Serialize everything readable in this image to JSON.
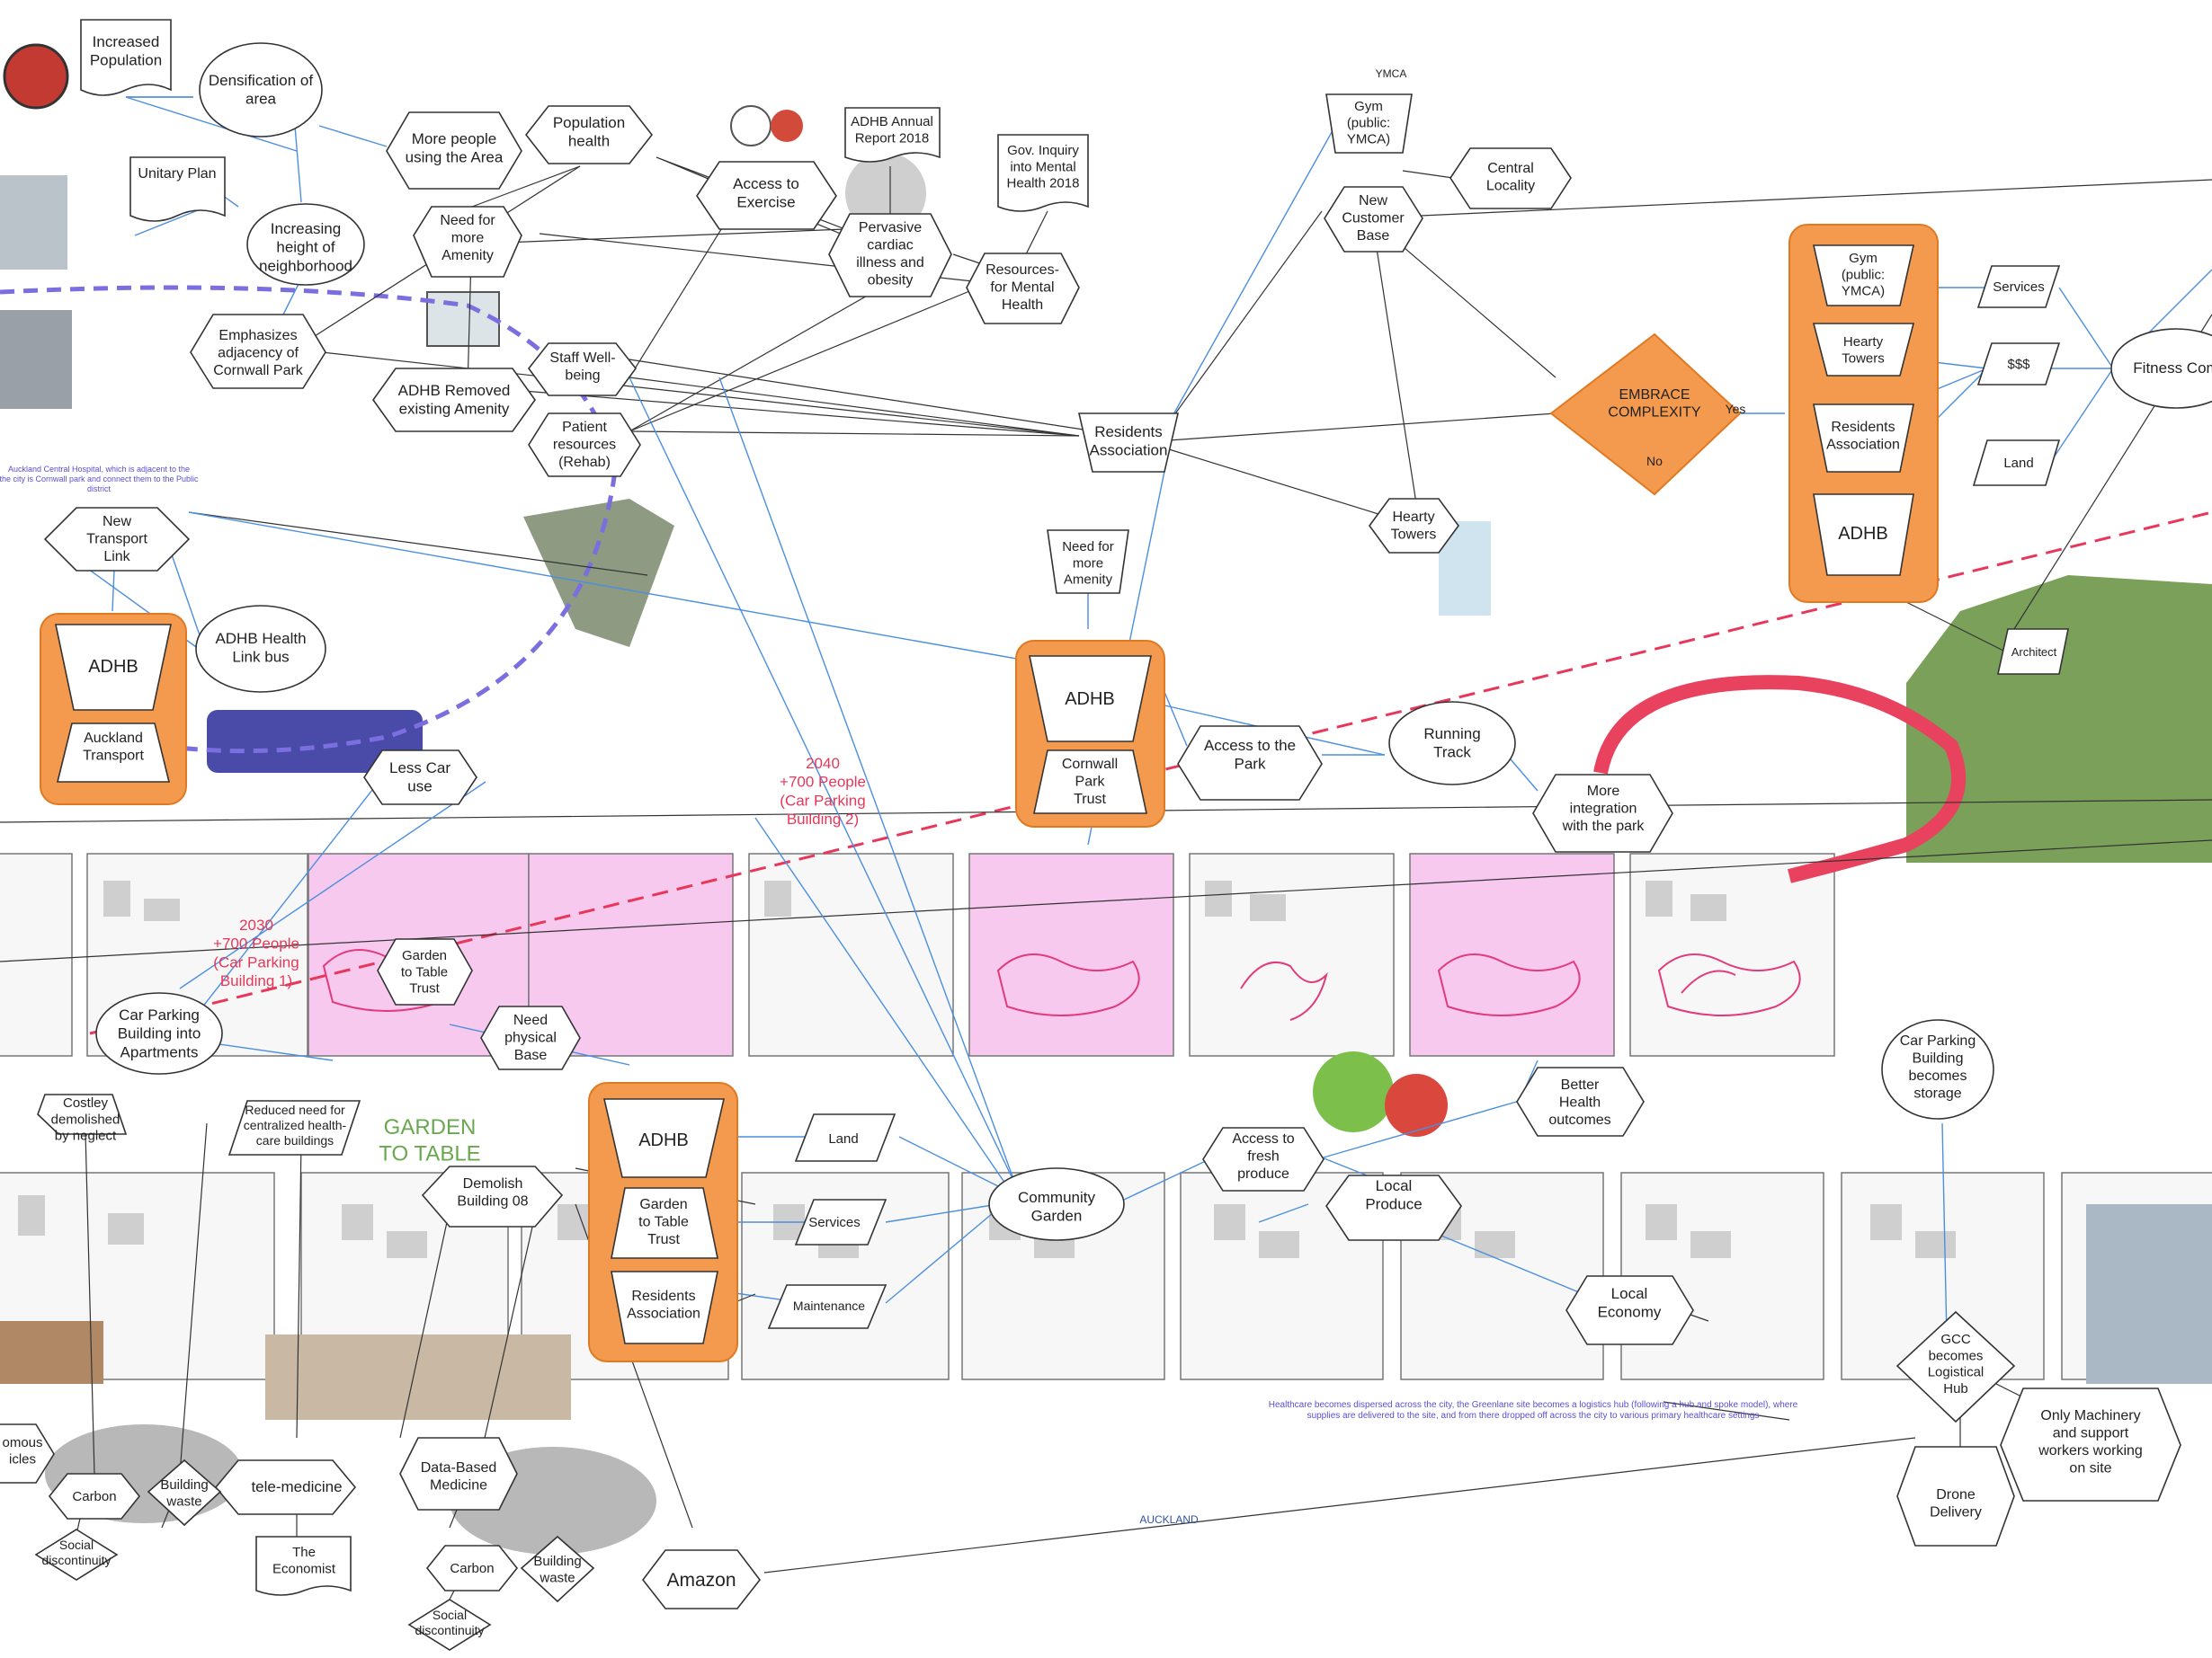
{
  "labels": {
    "increased_population": [
      "Increased",
      "Population"
    ],
    "densification": [
      "Densification of",
      "area"
    ],
    "more_people": [
      "More people",
      "using the Area"
    ],
    "population_health": [
      "Population",
      "health"
    ],
    "access_exercise": [
      "Access to",
      "Exercise"
    ],
    "adhb_report": [
      "ADHB Annual",
      "Report 2018"
    ],
    "gov_inquiry": [
      "Gov. Inquiry",
      "into Mental",
      "Health 2018"
    ],
    "unitary_plan": [
      "Unitary Plan"
    ],
    "increasing_height": [
      "Increasing",
      "height of",
      "neighborhood"
    ],
    "need_amenity_1": [
      "Need for",
      "more",
      "Amenity"
    ],
    "pervasive": [
      "Pervasive",
      "cardiac",
      "illness and",
      "obesity"
    ],
    "resources_mh": [
      "Resources-",
      "for Mental",
      "Health"
    ],
    "emphasizes": [
      "Emphasizes",
      "adjacency of",
      "Cornwall Park"
    ],
    "adhb_removed": [
      "ADHB Removed",
      "existing Amenity"
    ],
    "staff_wellbeing": [
      "Staff Well-",
      "being"
    ],
    "patient_resources": [
      "Patient",
      "resources",
      "(Rehab)"
    ],
    "new_transport": [
      "New",
      "Transport",
      "Link"
    ],
    "adhb_health_link": [
      "ADHB Health",
      "Link bus"
    ],
    "less_car": [
      "Less Car",
      "use"
    ],
    "ymca_logo": [
      "YMCA"
    ],
    "gym_ymca": [
      "Gym",
      "(public:",
      "YMCA)"
    ],
    "central_locality": [
      "Central",
      "Locality"
    ],
    "new_customer": [
      "New",
      "Customer",
      "Base"
    ],
    "residents_assoc_main": [
      "Residents",
      "Association"
    ],
    "embrace": [
      "EMBRACE",
      "COMPLEXITY"
    ],
    "yes": [
      "Yes"
    ],
    "no": [
      "No"
    ],
    "hearty_towers": [
      "Hearty",
      "Towers"
    ],
    "need_amenity_2": [
      "Need for",
      "more",
      "Amenity"
    ],
    "access_park": [
      "Access to the",
      "Park"
    ],
    "running_track": [
      "Running",
      "Track"
    ],
    "more_integration": [
      "More",
      "integration",
      "with the park"
    ],
    "gym2": [
      "Gym",
      "(public:",
      "YMCA)"
    ],
    "hearty2": [
      "Hearty",
      "Towers"
    ],
    "residents2": [
      "Residents",
      "Association"
    ],
    "adhb_r": [
      "ADHB"
    ],
    "services_r": [
      "Services"
    ],
    "money_r": [
      "$$$"
    ],
    "land_r": [
      "Land"
    ],
    "fitness": [
      "Fitness Com"
    ],
    "architect": [
      "Architect"
    ],
    "adhb_left": [
      "ADHB"
    ],
    "auckland_transport": [
      "Auckland",
      "Transport"
    ],
    "adhb_mid": [
      "ADHB"
    ],
    "cornwall_trust": [
      "Cornwall",
      "Park",
      "Trust"
    ],
    "label_2040": [
      "2040",
      "+700 People",
      "(Car Parking",
      "Building 2)"
    ],
    "label_2030": [
      "2030",
      "+700 People",
      "(Car Parking",
      "Building 1)"
    ],
    "car_parking_apts": [
      "Car Parking",
      "Building into",
      "Apartments"
    ],
    "garden_trust_top": [
      "Garden",
      "to Table",
      "Trust"
    ],
    "need_physical": [
      "Need",
      "physical",
      "Base"
    ],
    "costley": [
      "Costley",
      "demolished",
      "by neglect"
    ],
    "reduced_need": [
      "Reduced need for",
      "centralized health-",
      "care buildings"
    ],
    "garden_logo": [
      "GARDEN",
      "TO TABLE"
    ],
    "demolish": [
      "Demolish",
      "Building 08"
    ],
    "adhb_bottom": [
      "ADHB"
    ],
    "garden_trust_bottom": [
      "Garden",
      "to Table",
      "Trust"
    ],
    "residents_bottom": [
      "Residents",
      "Association"
    ],
    "land_b": [
      "Land"
    ],
    "services_b": [
      "Services"
    ],
    "maintenance": [
      "Maintenance"
    ],
    "community_garden": [
      "Community",
      "Garden"
    ],
    "access_fresh": [
      "Access to",
      "fresh",
      "produce"
    ],
    "local_produce": [
      "Local",
      "Produce"
    ],
    "better_health": [
      "Better",
      "Health",
      "outcomes"
    ],
    "local_economy": [
      "Local",
      "Economy"
    ],
    "car_parking_storage": [
      "Car Parking",
      "Building",
      "becomes",
      "storage"
    ],
    "gcc_hub": [
      "GCC",
      "becomes",
      "Logistical",
      "Hub"
    ],
    "only_machinery": [
      "Only Machinery",
      "and support",
      "workers  working",
      "on site"
    ],
    "drone_delivery": [
      "Drone",
      "Delivery"
    ],
    "carbon_1": [
      "Carbon"
    ],
    "building_waste_1": [
      "Building",
      "waste"
    ],
    "tele_medicine": [
      "tele-medicine"
    ],
    "social_1": [
      "Social",
      "discontinuity"
    ],
    "economist": [
      "The",
      "Economist"
    ],
    "data_based": [
      "Data-Based",
      "Medicine"
    ],
    "carbon_2": [
      "Carbon"
    ],
    "building_waste_2": [
      "Building",
      "waste"
    ],
    "social_2": [
      "Social",
      "discontinuity"
    ],
    "amazon": [
      "Amazon"
    ],
    "autonomous": [
      "omous",
      "icles"
    ],
    "auckland_truck": [
      "AUCKLAND"
    ],
    "healthcare_note": [
      "Healthcare becomes dispersed across the city, the Greenlane site becomes a logistics hub (following a hub and spoke model), where",
      "supplies are delivered to the site, and from there dropped off across the city to various primary healthcare settings"
    ],
    "hospital_note": [
      "Auckland Central Hospital, which is adjacent to the",
      "the city is Cornwall park and connect them to the Public",
      "district"
    ]
  },
  "colors": {
    "orange": "#f39a4e",
    "pink": "#f7c9ef",
    "edge_blue": "#4b8fde",
    "edge_black": "#333333",
    "dashed_red": "#e8375a",
    "dashed_purple": "#7b6fe0",
    "track_red": "#e8425f"
  }
}
